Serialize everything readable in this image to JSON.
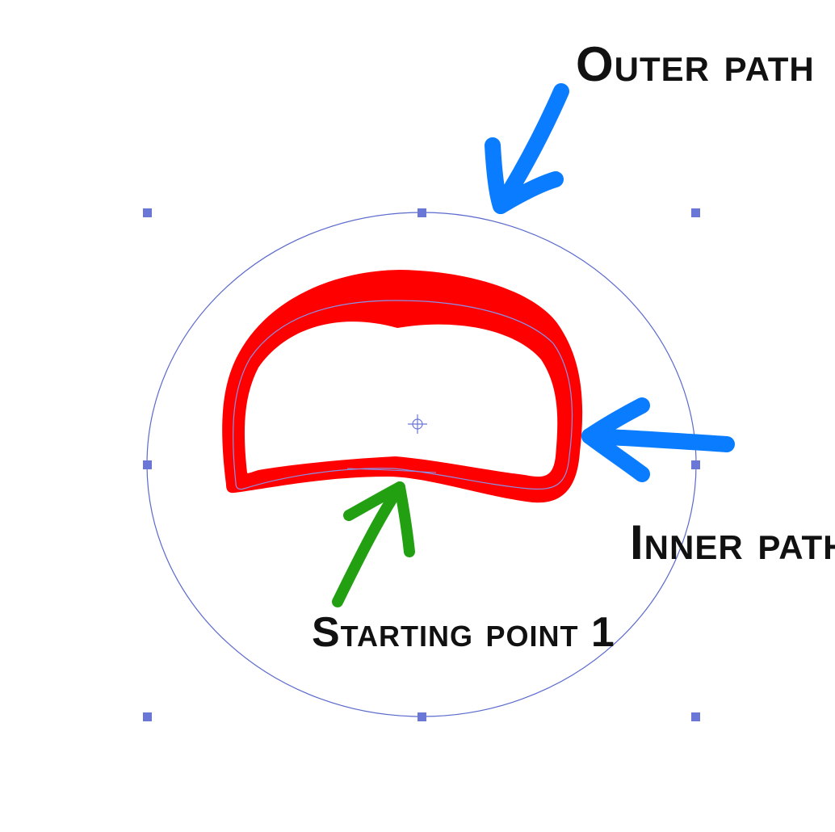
{
  "labels": {
    "outer_path": "Outer path",
    "inner_path": "Inner path",
    "starting_point": "Starting point 1"
  },
  "colors": {
    "background": "#ffffff",
    "guide_path": "#5b6acd",
    "handle": "#6b77d6",
    "stroke_fill": "#ff0000",
    "arrow_blue": "#0a7cff",
    "arrow_green": "#23a012",
    "text": "#111111"
  },
  "icons": {
    "center": "crosshair-icon",
    "handles": "selection-handle-icon",
    "arrows": "hand-drawn-arrow-icon"
  }
}
